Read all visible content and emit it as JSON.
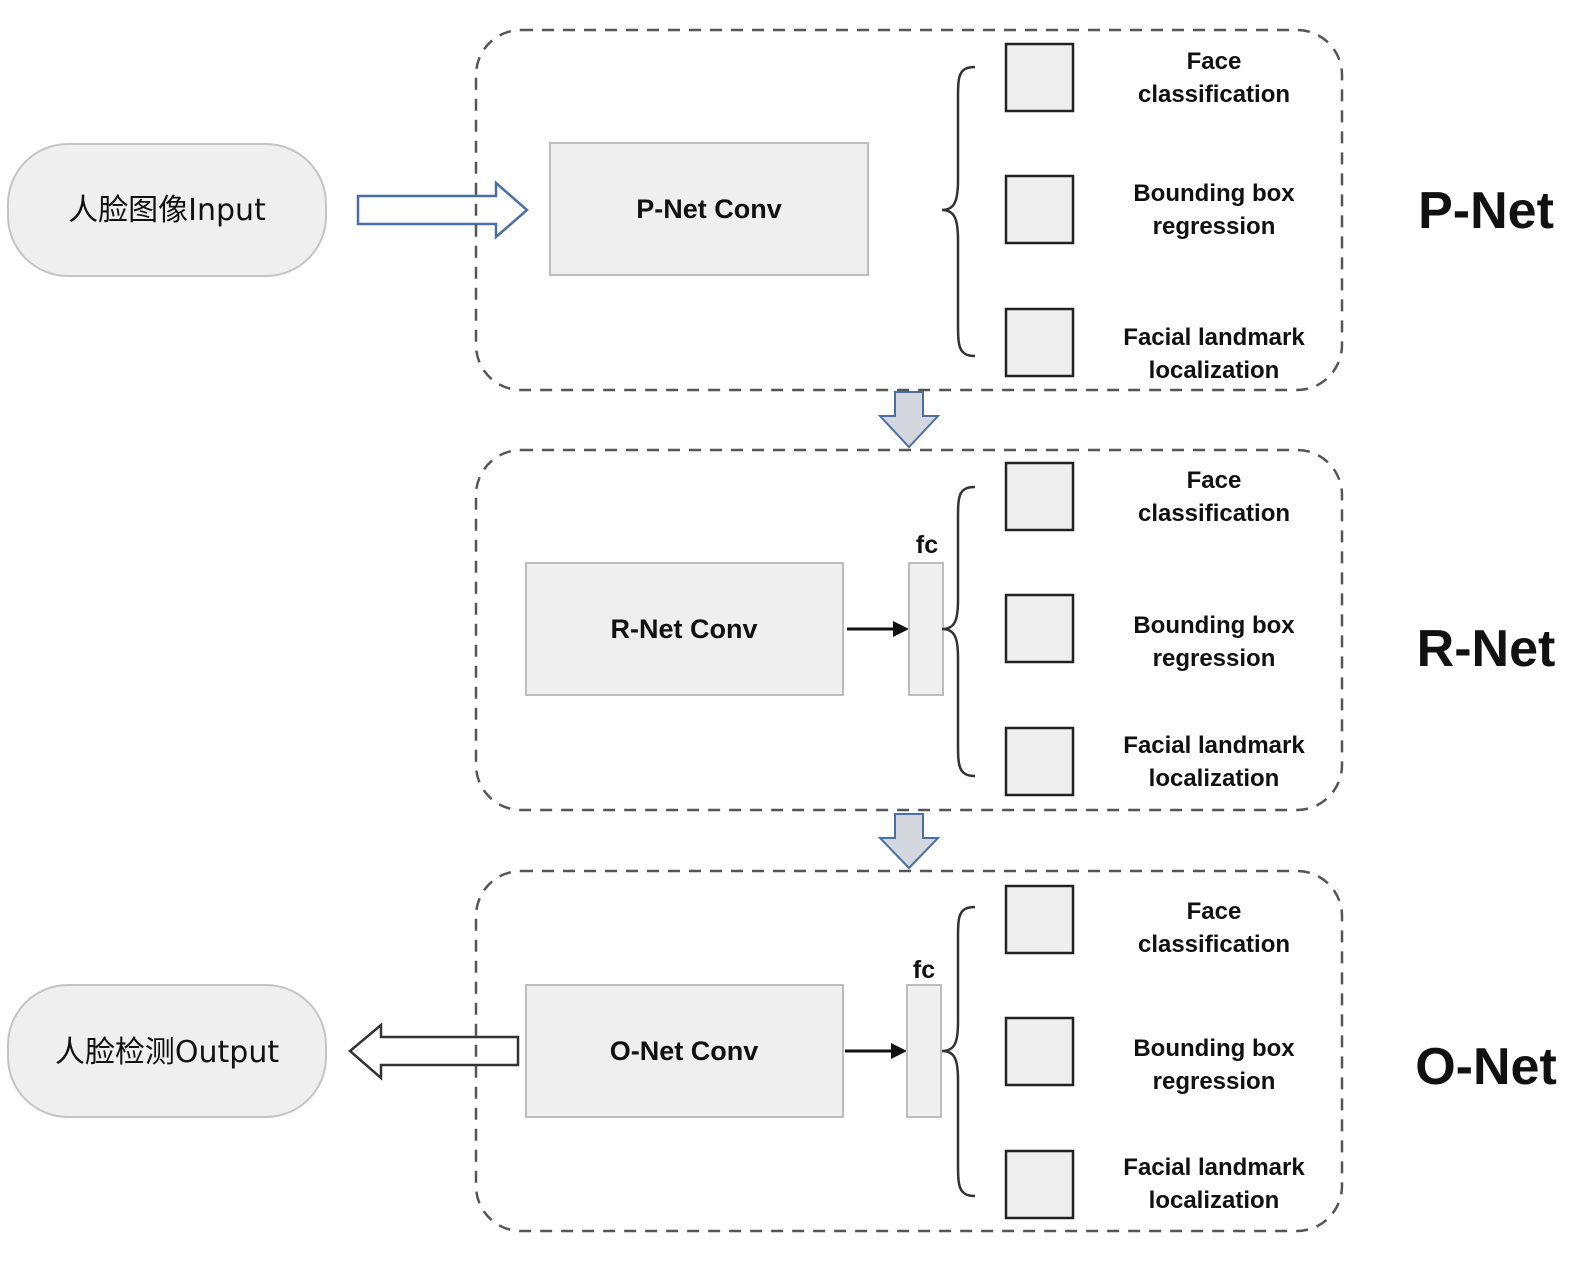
{
  "io": {
    "input_label": "人脸图像Input",
    "output_label": "人脸检测Output"
  },
  "stages": [
    {
      "name": "P-Net",
      "conv_label": "P-Net Conv",
      "fc_label": "",
      "outputs": [
        "Face classification",
        "Bounding box regression",
        "Facial landmark localization"
      ]
    },
    {
      "name": "R-Net",
      "conv_label": "R-Net Conv",
      "fc_label": "fc",
      "outputs": [
        "Face classification",
        "Bounding box regression",
        "Facial landmark localization"
      ]
    },
    {
      "name": "O-Net",
      "conv_label": "O-Net Conv",
      "fc_label": "fc",
      "outputs": [
        "Face classification",
        "Bounding box regression",
        "Facial landmark localization"
      ]
    }
  ],
  "output_lines": {
    "face": [
      "Face",
      "classification"
    ],
    "bbox": [
      "Bounding box",
      "regression"
    ],
    "landmark": [
      "Facial landmark",
      "localization"
    ]
  },
  "colors": {
    "box_fill": "#efefef",
    "box_stroke": "#bdbdbd",
    "dashed_stroke": "#555555",
    "hollow_arrow_stroke": "#4a6fa5",
    "down_arrow_fill": "#d4d8de",
    "text": "#111111"
  }
}
